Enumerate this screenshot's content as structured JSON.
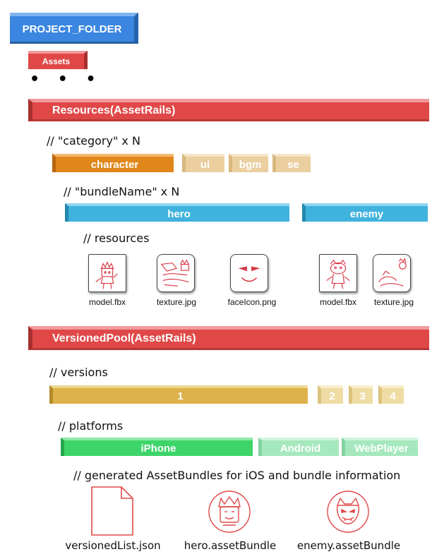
{
  "project": {
    "label": "PROJECT_FOLDER",
    "color": "#3a86e0"
  },
  "assets": {
    "label": "Assets",
    "color": "#e04848"
  },
  "ellipsis": "• • •",
  "resources": {
    "label": "Resources(AssetRails)",
    "color": "#e04848",
    "category_comment": "// \"category\" x N",
    "categories": [
      {
        "label": "character",
        "color": "#e0861a",
        "active": true
      },
      {
        "label": "ui",
        "color": "#ebcf9f",
        "active": false
      },
      {
        "label": "bgm",
        "color": "#ebcf9f",
        "active": false
      },
      {
        "label": "se",
        "color": "#ebcf9f",
        "active": false
      }
    ],
    "bundle_comment": "// \"bundleName\" x N",
    "bundles": [
      {
        "label": "hero",
        "color": "#3fb2dd"
      },
      {
        "label": "enemy",
        "color": "#3fb2dd"
      }
    ],
    "resources_comment": "// resources",
    "files": [
      {
        "icon": "hero-model-icon",
        "caption": "model.fbx"
      },
      {
        "icon": "hero-texture-icon",
        "caption": "texture.jpg"
      },
      {
        "icon": "face-icon",
        "caption": "faceIcon.png"
      },
      {
        "icon": "enemy-model-icon",
        "caption": "model.fbx"
      },
      {
        "icon": "enemy-texture-icon",
        "caption": "texture.jpg"
      }
    ]
  },
  "versioned": {
    "label": "VersionedPool(AssetRails)",
    "color": "#e04848",
    "versions_comment": "// versions",
    "versions": [
      {
        "label": "1",
        "color": "#ddb24a",
        "active": true
      },
      {
        "label": "2",
        "color": "#efdca5",
        "active": false
      },
      {
        "label": "3",
        "color": "#efdca5",
        "active": false
      },
      {
        "label": "4",
        "color": "#efdca5",
        "active": false
      }
    ],
    "platforms_comment": "// platforms",
    "platforms": [
      {
        "label": "iPhone",
        "color": "#3dd46a",
        "active": true
      },
      {
        "label": "Android",
        "color": "#a5e8bd",
        "active": false
      },
      {
        "label": "WebPlayer",
        "color": "#a5e8bd",
        "active": false
      }
    ],
    "generated_comment": "// generated AssetBundles for iOS and bundle information",
    "outputs": [
      {
        "icon": "document-icon",
        "caption": "versionedList.json"
      },
      {
        "icon": "hero-bundle-icon",
        "caption": "hero.assetBundle"
      },
      {
        "icon": "enemy-bundle-icon",
        "caption": "enemy.assetBundle"
      }
    ]
  }
}
